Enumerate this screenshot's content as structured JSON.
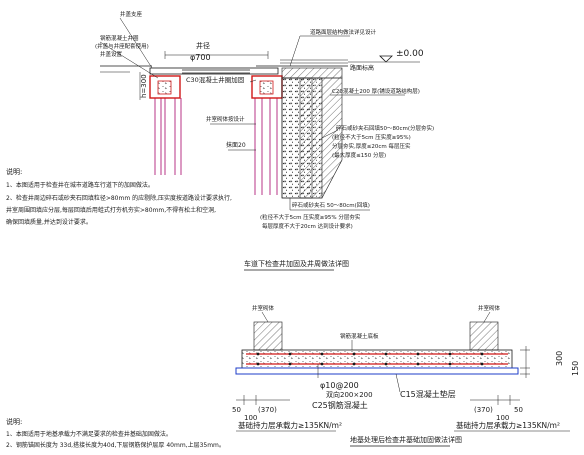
{
  "top_detail": {
    "labels": {
      "left_top": "井盖支座",
      "left_mid_1": "钢筋混凝土井圈",
      "left_mid_2": "(井盖与井座配套使用)",
      "left_mid_3": "井盖设置",
      "phi_label": "井径",
      "phi_value": "φ700",
      "right_top": "道路面层结构做法详见设计",
      "pm_value": "±0.00",
      "pm_label": "路面标高",
      "c30": "C30混凝土井圈加固",
      "layer_200": "C20混凝土200 厚(铺设道路结构层)",
      "wall_label": "井室砌体按设计",
      "mortar_label": "抹面20",
      "crushed_1": "碎石或砂夹石回填50～80cm(分层夯实)",
      "crushed_2": "(粒径不大于5cm 压实度≥95%)",
      "crushed_3": "分层夯实,厚度≤20cm 每层压实",
      "crushed_4": "(最大厚度≤150 分层)",
      "bottom_1": "碎石或砂夹石 50～80cm(回填)",
      "bottom_2": "(粒径不大于5cm 压实度≥95% 分层夯实",
      "bottom_3": "每层厚度不大于20cm 达到设计要求)",
      "h_dim": "h=300"
    },
    "notes": {
      "title": "说明:",
      "line1": "1、本图适用于检查井在城市道路车行道下的加固做法。",
      "line2": "2、检查井周边碎石或砂夹石回填粒径>80mm 的应剔除,压实度按道路设计要求执行,",
      "line3": "   井室周围回填应分层,每层回填后用蛙式打夯机夯实>80mm,不得有松土和空洞,",
      "line4": "   确保回填质量,并达到设计要求。"
    },
    "title": "车道下检查井加固及井周做法详图"
  },
  "bottom_detail": {
    "labels": {
      "left_top": "井室砌体",
      "right_top": "井室砌体",
      "mid_top": "钢筋混凝土底板",
      "dim_300": "300",
      "dim_150": "150",
      "c15": "C15混凝土垫层",
      "phi10": "φ10@200",
      "grid": "双向200×200",
      "c25": "C25钢筋混凝土",
      "dims_left": [
        "50",
        "100",
        "(370)"
      ],
      "dims_right": [
        "(370)",
        "100",
        "50"
      ],
      "load_left": "基础持力层承载力≥135KN/m²",
      "load_right": "基础持力层承载力≥135KN/m²"
    },
    "notes": {
      "title": "说明:",
      "line1": "1、本图适用于地基承载力不满足要求的检查井基础加固做法。",
      "line2": "2、钢筋锚固长度为 33d,搭接长度为40d,下层钢筋保护层厚 40mm,上层35mm。"
    },
    "title": "地基处理后检查井基础加固做法详图"
  }
}
